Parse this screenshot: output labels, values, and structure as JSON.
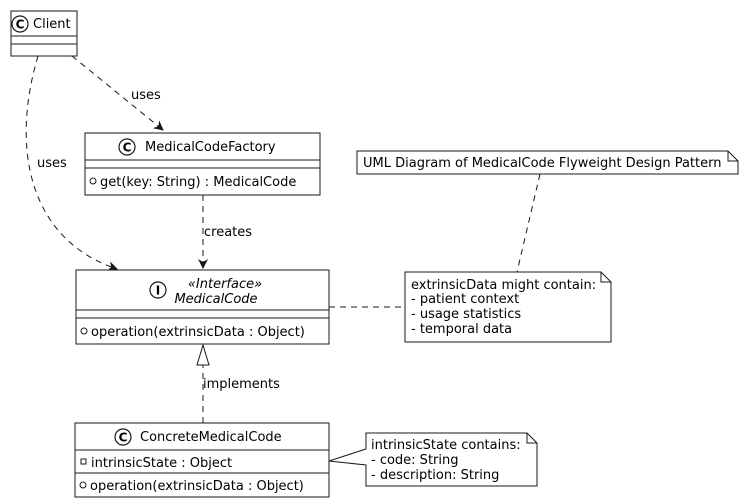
{
  "classes": {
    "client": {
      "name": "Client",
      "stereotype_icon": "C"
    },
    "factory": {
      "name": "MedicalCodeFactory",
      "stereotype_icon": "C",
      "methods": [
        "get(key: String) : MedicalCode"
      ]
    },
    "interface": {
      "stereotype": "«Interface»",
      "name": "MedicalCode",
      "stereotype_icon": "I",
      "methods": [
        "operation(extrinsicData : Object)"
      ]
    },
    "concrete": {
      "name": "ConcreteMedicalCode",
      "stereotype_icon": "C",
      "attributes": [
        "intrinsicState : Object"
      ],
      "methods": [
        "operation(extrinsicData : Object)"
      ]
    }
  },
  "relations": {
    "client_factory": "uses",
    "client_interface": "uses",
    "factory_interface": "creates",
    "concrete_interface": "implements"
  },
  "notes": {
    "title": [
      "UML Diagram of MedicalCode Flyweight Design Pattern"
    ],
    "extrinsic": [
      "extrinsicData might contain:",
      "- patient context",
      "- usage statistics",
      "- temporal data"
    ],
    "intrinsic": [
      "intrinsicState contains:",
      "- code: String",
      "- description: String"
    ]
  },
  "colors": {
    "line": "#181818",
    "fill": "#ffffff",
    "text": "#000000"
  }
}
